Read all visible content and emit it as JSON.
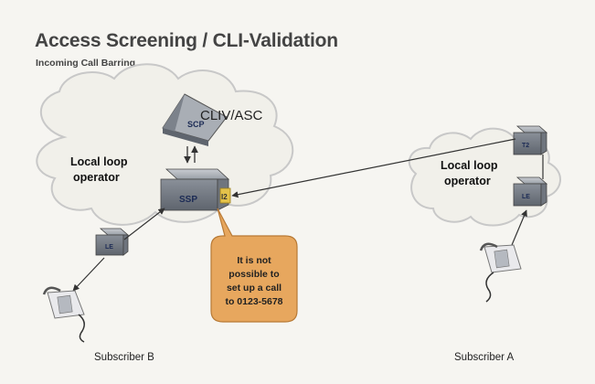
{
  "title": "Access Screening / CLI-Validation",
  "subtitle": "Incoming Call Barring",
  "clouds": {
    "left_label_line1": "Local loop",
    "left_label_line2": "operator",
    "right_label_line1": "Local loop",
    "right_label_line2": "operator"
  },
  "nodes": {
    "scp": "SCP",
    "cliv_asc": "CLIV/ASC",
    "ssp": "SSP",
    "ssp_port": "I2",
    "left_exchange": "LE",
    "right_upper_exchange": "T2",
    "right_lower_exchange": "LE"
  },
  "callout": {
    "line1": "It is not",
    "line2": "possible to",
    "line3": "set up a call",
    "line4": "to 0123-5678"
  },
  "subscriber_b": "Subscriber B",
  "subscriber_a": "Subscriber A",
  "colors": {
    "cloud_fill": "#f1f0ea",
    "cloud_stroke": "#c8c8c8",
    "callout_fill": "#e7a75e",
    "callout_stroke": "#b87a36",
    "device_gray": "#8f949c",
    "accent_yellow": "#e3c24a"
  }
}
